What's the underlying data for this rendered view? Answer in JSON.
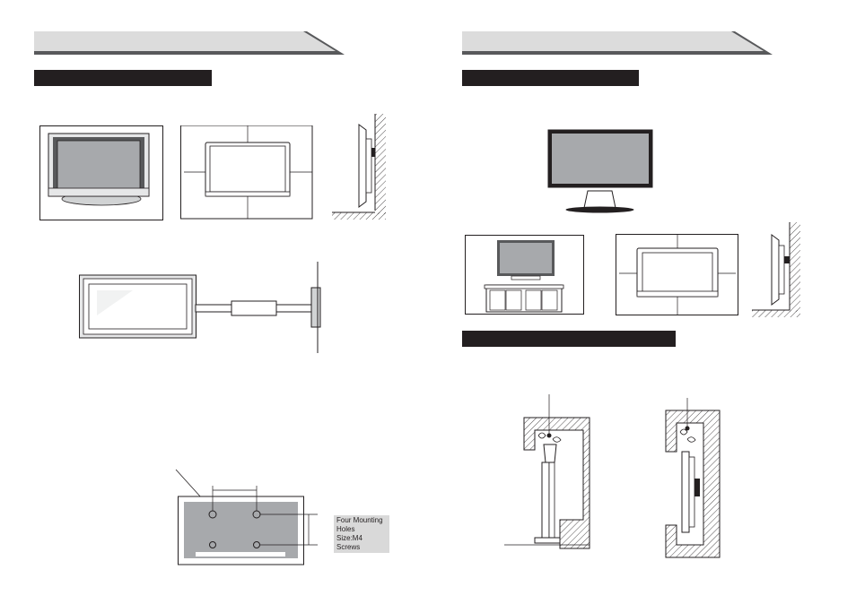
{
  "mounting_holes_label": {
    "line1": "Four Mounting",
    "line2": "Holes",
    "line3": "Size:M4 Screws"
  },
  "colors": {
    "banner_fill": "#dcdcdc",
    "banner_shadow": "#58595b",
    "black_bar": "#231f20",
    "screen_gray": "#a7a9ac",
    "label_bg": "#d9d9d9"
  }
}
